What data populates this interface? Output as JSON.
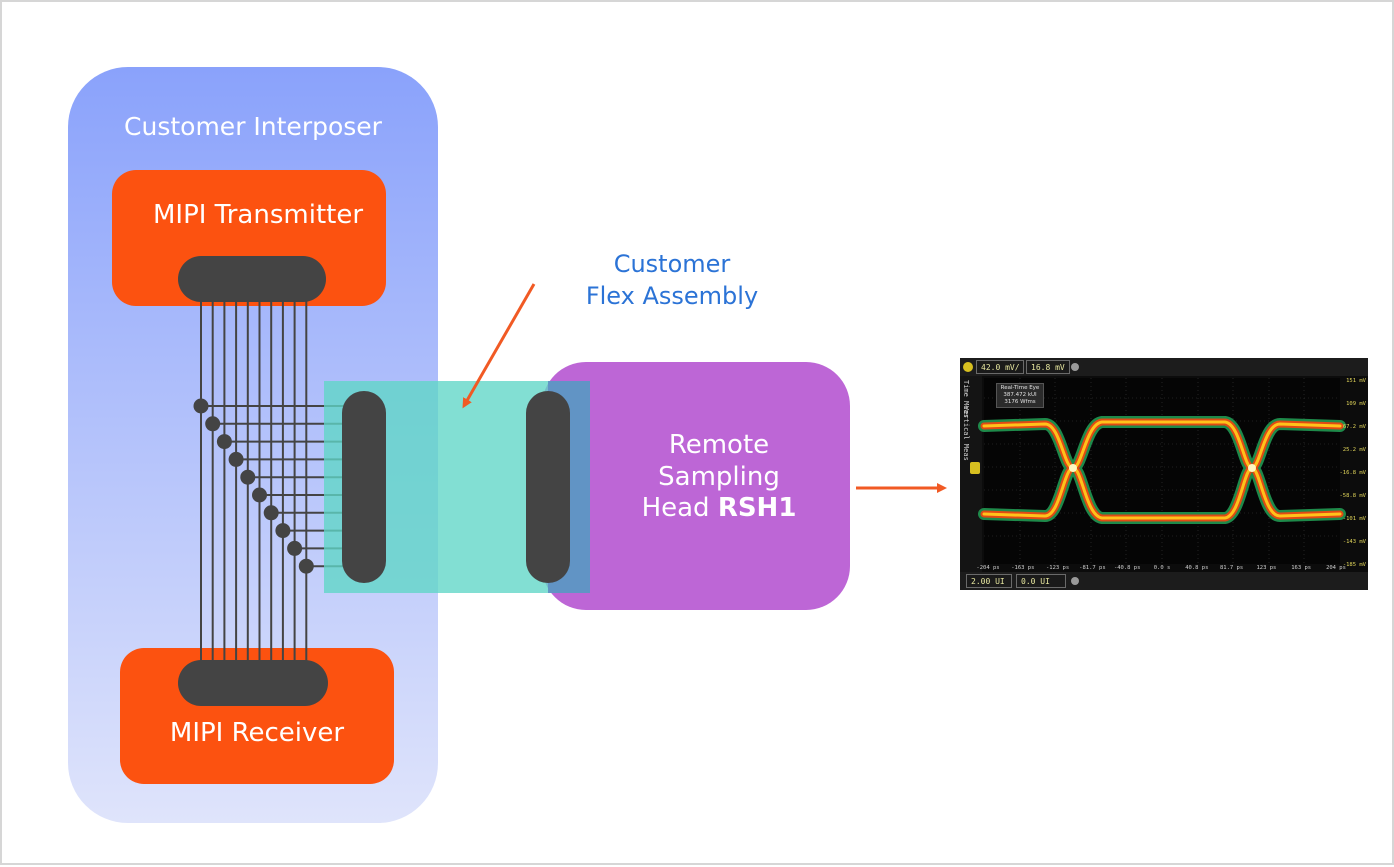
{
  "labels": {
    "interposer": "Customer Interposer",
    "transmitter": "MIPI Transmitter",
    "receiver": "MIPI Receiver",
    "flex_line1": "Customer",
    "flex_line2": "Flex Assembly",
    "rsh_line1": "Remote",
    "rsh_line2": "Sampling",
    "rsh_line3_prefix": "Head ",
    "rsh_line3_bold": "RSH1"
  },
  "scope": {
    "vscale": "42.0 mV/",
    "voffset": "16.8 mV",
    "ui_span": "2.00 UI",
    "ui_offset": "0.0 UI",
    "eye_title": "Real-Time Eye",
    "eye_ui": "387.472 kUI",
    "eye_wfms": "3176 Wfms",
    "side_tab1": "Time Meas",
    "side_tab2": "Vertical Meas",
    "y_ticks": [
      "151 mV",
      "109 mV",
      "67.2 mV",
      "25.2 mV",
      "-16.8 mV",
      "-58.8 mV",
      "-101 mV",
      "-143 mV",
      "-185 mV"
    ],
    "x_ticks": [
      "-204 ps",
      "-163 ps",
      "-123 ps",
      "-81.7 ps",
      "-40.8 ps",
      "0.0 s",
      "40.8 ps",
      "81.7 ps",
      "123 ps",
      "163 ps",
      "204 ps"
    ]
  },
  "colors": {
    "interposer_top": "#8aa2fb",
    "interposer_bottom": "#dce2fb",
    "chip": "#fc5210",
    "connector": "#444444",
    "flex": "#5fd6c6",
    "rsh": "#bd66d6",
    "arrow": "#f15a24",
    "flex_text": "#2b73d6"
  }
}
